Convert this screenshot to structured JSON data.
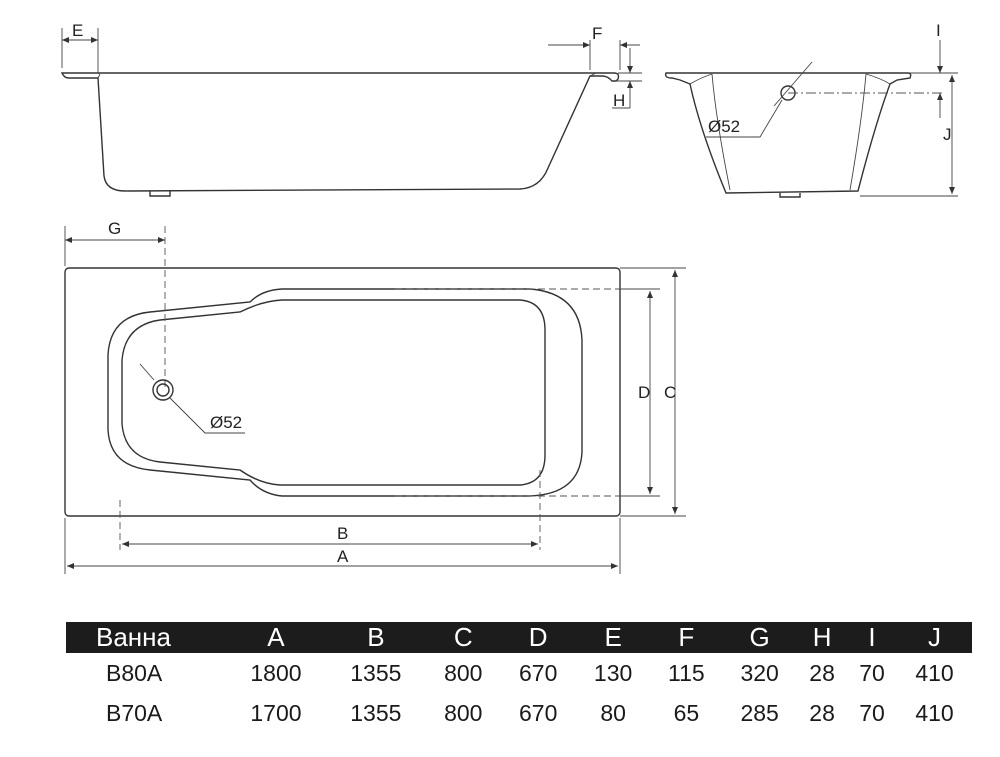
{
  "drawing": {
    "dim_labels": {
      "A": "A",
      "B": "B",
      "C": "C",
      "D": "D",
      "E": "E",
      "F": "F",
      "G": "G",
      "H": "H",
      "I": "I",
      "J": "J"
    },
    "drain_label_side": "Ø52",
    "drain_label_top": "Ø52"
  },
  "table": {
    "headers": [
      "Ванна",
      "A",
      "B",
      "C",
      "D",
      "E",
      "F",
      "G",
      "H",
      "I",
      "J"
    ],
    "rows": [
      [
        "B80A",
        "1800",
        "1355",
        "800",
        "670",
        "130",
        "115",
        "320",
        "28",
        "70",
        "410"
      ],
      [
        "B70A",
        "1700",
        "1355",
        "800",
        "670",
        "80",
        "65",
        "285",
        "28",
        "70",
        "410"
      ]
    ]
  }
}
